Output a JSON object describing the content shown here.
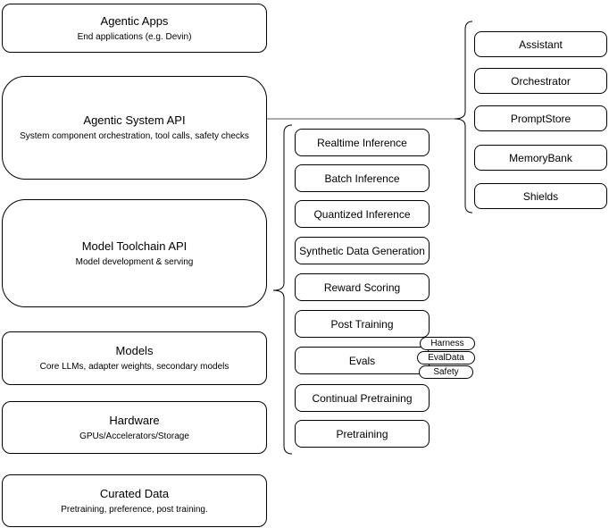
{
  "diagram": {
    "left_column": [
      {
        "title": "Agentic Apps",
        "subtitle": "End applications (e.g. Devin)"
      },
      {
        "title": "Agentic System API",
        "subtitle": "System component orchestration, tool calls, safety checks"
      },
      {
        "title": "Model Toolchain API",
        "subtitle": "Model development & serving"
      },
      {
        "title": "Models",
        "subtitle": "Core LLMs, adapter weights, secondary models"
      },
      {
        "title": "Hardware",
        "subtitle": "GPUs/Accelerators/Storage"
      },
      {
        "title": "Curated Data",
        "subtitle": "Pretraining, preference, post training."
      }
    ],
    "middle_column": [
      "Realtime Inference",
      "Batch Inference",
      "Quantized Inference",
      "Synthetic Data Generation",
      "Reward Scoring",
      "Post Training",
      "Evals",
      "Continual Pretraining",
      "Pretraining"
    ],
    "eval_tags": [
      "Harness",
      "EvalData",
      "Safety"
    ],
    "right_column": [
      "Assistant",
      "Orchestrator",
      "PromptStore",
      "MemoryBank",
      "Shields"
    ],
    "colors": {
      "box_border": "#000000",
      "box_fill": "#ffffff",
      "connector": "#595959"
    }
  }
}
